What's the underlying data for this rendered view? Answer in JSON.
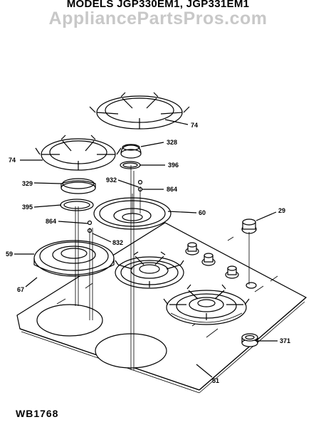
{
  "header": {
    "title": "MODELS JGP330EM1, JGP331EM1",
    "watermark": "AppliancePartsPros.com"
  },
  "footer": {
    "diagram_code": "WB1768"
  },
  "callouts": {
    "c74a": "74",
    "c74b": "74",
    "c328": "328",
    "c396": "396",
    "c932a": "932",
    "c864a": "864",
    "c329": "329",
    "c395": "395",
    "c60": "60",
    "c29": "29",
    "c864b": "864",
    "c832": "832",
    "c59": "59",
    "c67": "67",
    "c371": "371",
    "c51": "51"
  }
}
